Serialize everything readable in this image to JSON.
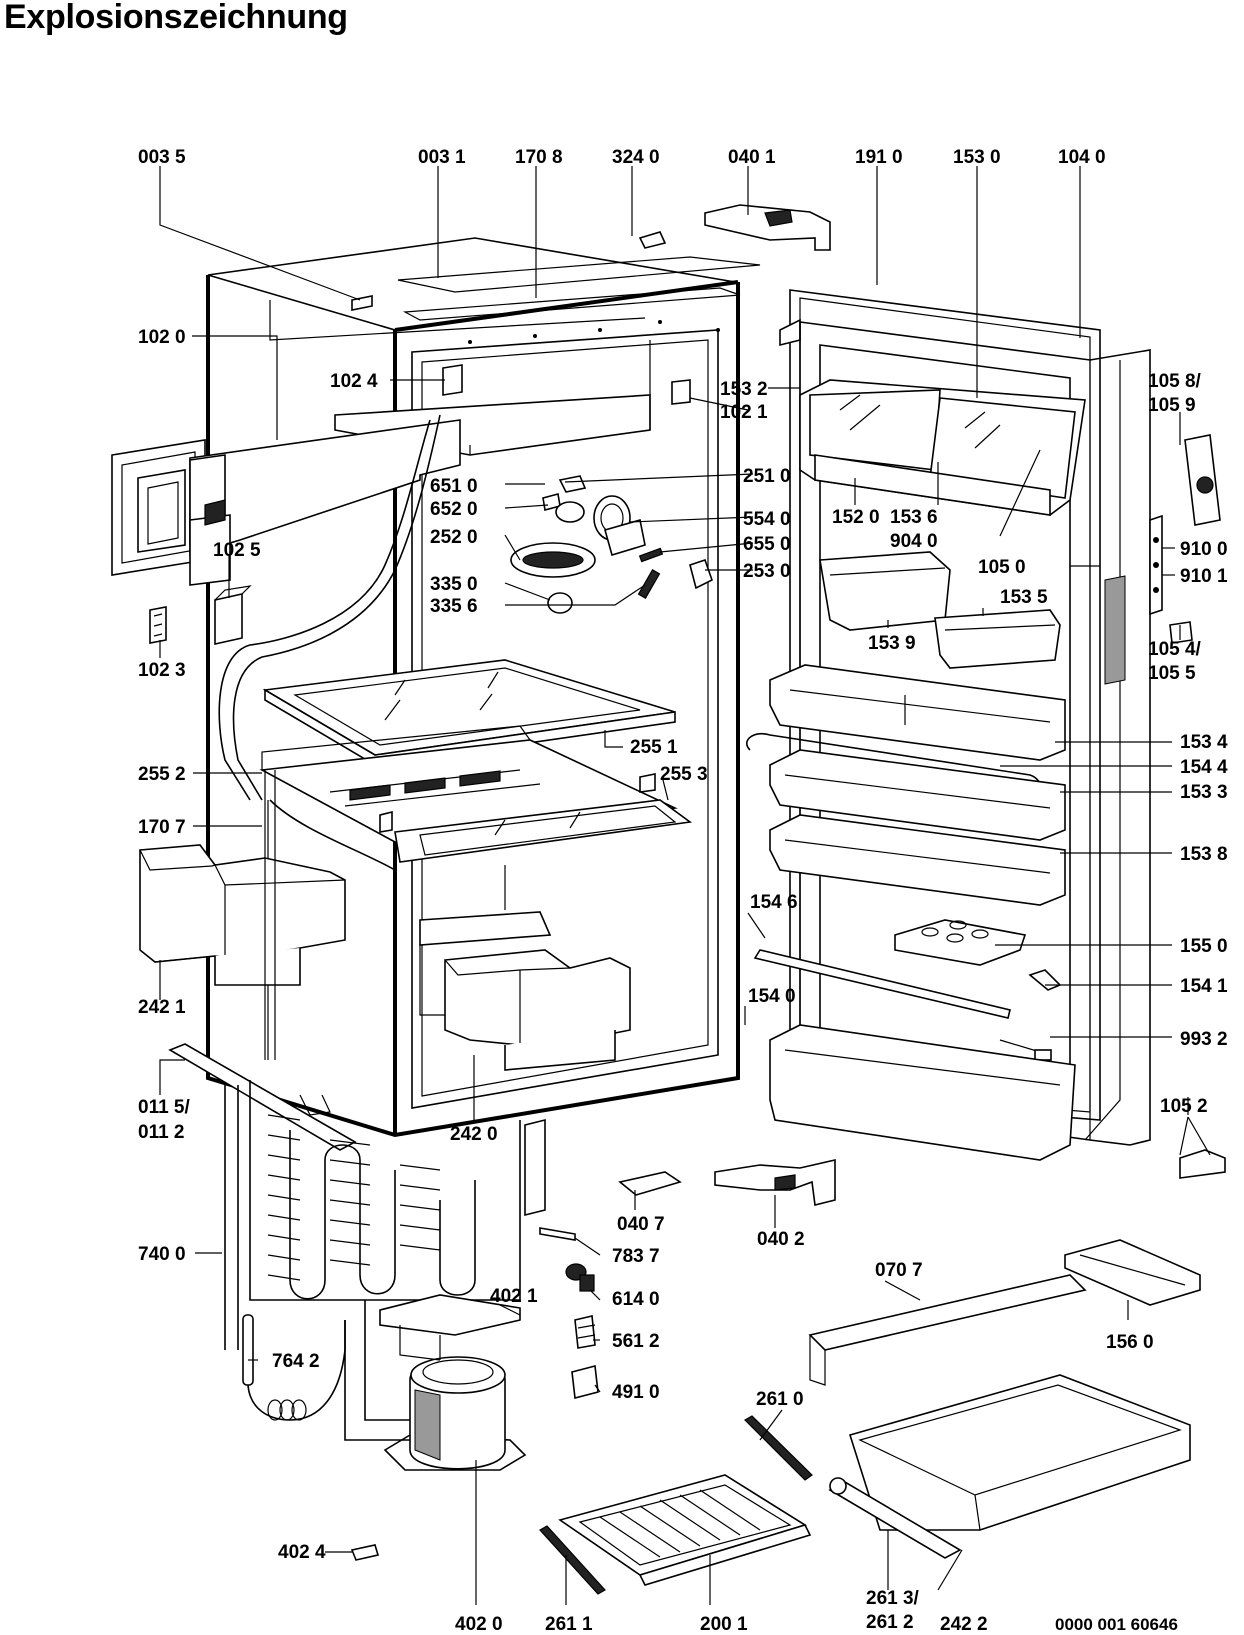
{
  "title": "Explosionszeichnung",
  "document_id": "0000 001 60646",
  "labels": {
    "l0035": "003 5",
    "l0031": "003 1",
    "l1708": "170 8",
    "l3240": "324 0",
    "l0401": "040 1",
    "l1910": "191 0",
    "l1530": "153 0",
    "l1040": "104 0",
    "l1020": "102 0",
    "l1024": "102 4",
    "l1532": "153 2",
    "l1021": "102 1",
    "l1058": "105 8/",
    "l1059": "105 9",
    "l2510": "251 0",
    "l6510": "651 0",
    "l6520": "652 0",
    "l5540": "554 0",
    "l2520": "252 0",
    "l6550": "655 0",
    "l2530": "253 0",
    "l3350": "335 0",
    "l3356": "335 6",
    "l1520": "152 0",
    "l1536": "153 6",
    "l9040": "904 0",
    "l1025": "102 5",
    "l1023": "102 3",
    "l1050": "105 0",
    "l9100": "910 0",
    "l9101": "910 1",
    "l1535": "153 5",
    "l1539": "153 9",
    "l1054": "105 4/",
    "l1055": "105 5",
    "l2551": "255 1",
    "l1534": "153 4",
    "l2552": "255 2",
    "l2553": "255 3",
    "l1544": "154 4",
    "l1533": "153 3",
    "l1707": "170 7",
    "l1538": "153 8",
    "l1546": "154 6",
    "l1550": "155 0",
    "l1541": "154 1",
    "l2421": "242 1",
    "l1540": "154 0",
    "l9932": "993 2",
    "l0115": "011 5/",
    "l0112": "011 2",
    "l2420": "242 0",
    "l1052": "105 2",
    "l0407": "040 7",
    "l0402": "040 2",
    "l7400": "740 0",
    "l7837": "783 7",
    "l0707": "070 7",
    "l4021": "402 1",
    "l6140": "614 0",
    "l1560": "156 0",
    "l7642": "764 2",
    "l5612": "561 2",
    "l2610": "261 0",
    "l4910": "491 0",
    "l4024": "402 4",
    "l2613": "261 3/",
    "l2612": "261 2",
    "l4020": "402 0",
    "l2611": "261 1",
    "l2001": "200 1",
    "l2422": "242 2"
  }
}
